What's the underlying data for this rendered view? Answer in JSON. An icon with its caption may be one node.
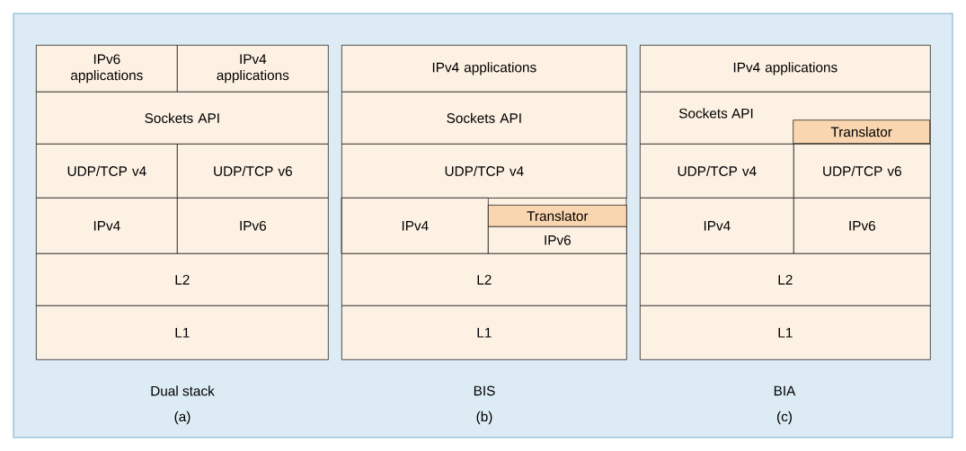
{
  "diagram": {
    "nodes": [
      {
        "text": [
          "IPv6 applications"
        ]
      },
      {
        "text": [
          "IPv4 applications"
        ]
      },
      {
        "text": [
          "Sockets API"
        ]
      },
      {
        "text": [
          "UDP/TCP v4"
        ]
      },
      {
        "text": [
          "UDP/TCP v6"
        ]
      },
      {
        "text": [
          "IPv4"
        ]
      },
      {
        "text": [
          "IPv6"
        ]
      },
      {
        "text": [
          "L2"
        ]
      },
      {
        "text": [
          "L1"
        ]
      },
      {
        "text": [
          "IPv4 applications"
        ]
      },
      {
        "text": [
          "Sockets API"
        ]
      },
      {
        "text": [
          "UDP/TCP v4"
        ]
      },
      {
        "text": [
          "IPv4"
        ]
      },
      {
        "text": [
          "Translator"
        ]
      },
      {
        "text": [
          "IPv6"
        ]
      },
      {
        "text": [
          "L2"
        ]
      },
      {
        "text": [
          "L1"
        ]
      },
      {
        "text": [
          "IPv4 applications"
        ]
      },
      {
        "text": [
          "Sockets API"
        ]
      },
      {
        "text": [
          "Translator"
        ],
        "in": 18
      },
      {
        "text": [
          "UDP/TCP v4"
        ]
      },
      {
        "text": [
          "UDP/TCP v6"
        ]
      },
      {
        "text": [
          "IPv4"
        ]
      },
      {
        "text": [
          "IPv6"
        ]
      },
      {
        "text": [
          "L2"
        ]
      },
      {
        "text": [
          "L1"
        ]
      }
    ],
    "labels": [
      "Dual stack",
      "BIS",
      "BIA",
      "(a)",
      "(b)",
      "(c)"
    ]
  }
}
